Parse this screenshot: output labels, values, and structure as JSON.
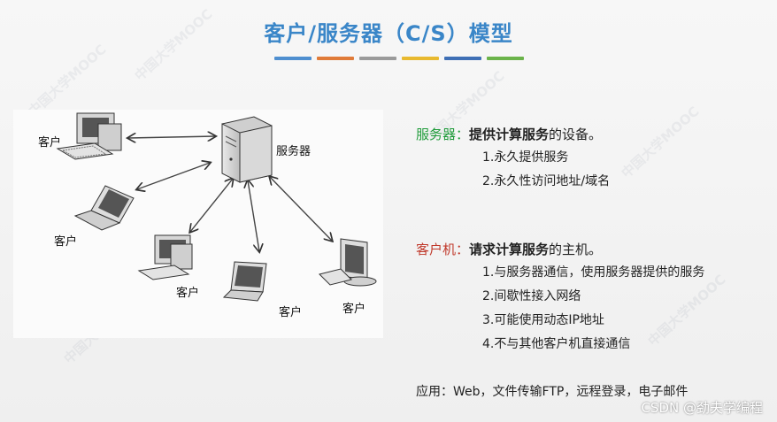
{
  "title": "客户/服务器（C/S）模型",
  "title_bar_colors": [
    "#4f8fd0",
    "#e07b39",
    "#9a9a9a",
    "#e8b92f",
    "#3f6fb5",
    "#6bb34a"
  ],
  "diagram": {
    "server_label": "服务器",
    "client_labels": [
      "客户",
      "客户",
      "客户",
      "客户",
      "客户"
    ]
  },
  "server_def": {
    "term": "服务器：",
    "definition_bold": "提供计算服务",
    "definition_rest": "的设备。",
    "items": [
      "1.永久提供服务",
      "2.永久性访问地址/域名"
    ]
  },
  "client_def": {
    "term": "客户机：",
    "definition_bold": "请求计算服务",
    "definition_rest": "的主机。",
    "items": [
      "1.与服务器通信，使用服务器提供的服务",
      "2.间歇性接入网络",
      "3.可能使用动态IP地址",
      "4.不与其他客户机直接通信"
    ]
  },
  "application": "应用：Web，文件传输FTP，远程登录，电子邮件",
  "credit": "CSDN @劲夫学编程",
  "watermark": "中国大学MOOC"
}
